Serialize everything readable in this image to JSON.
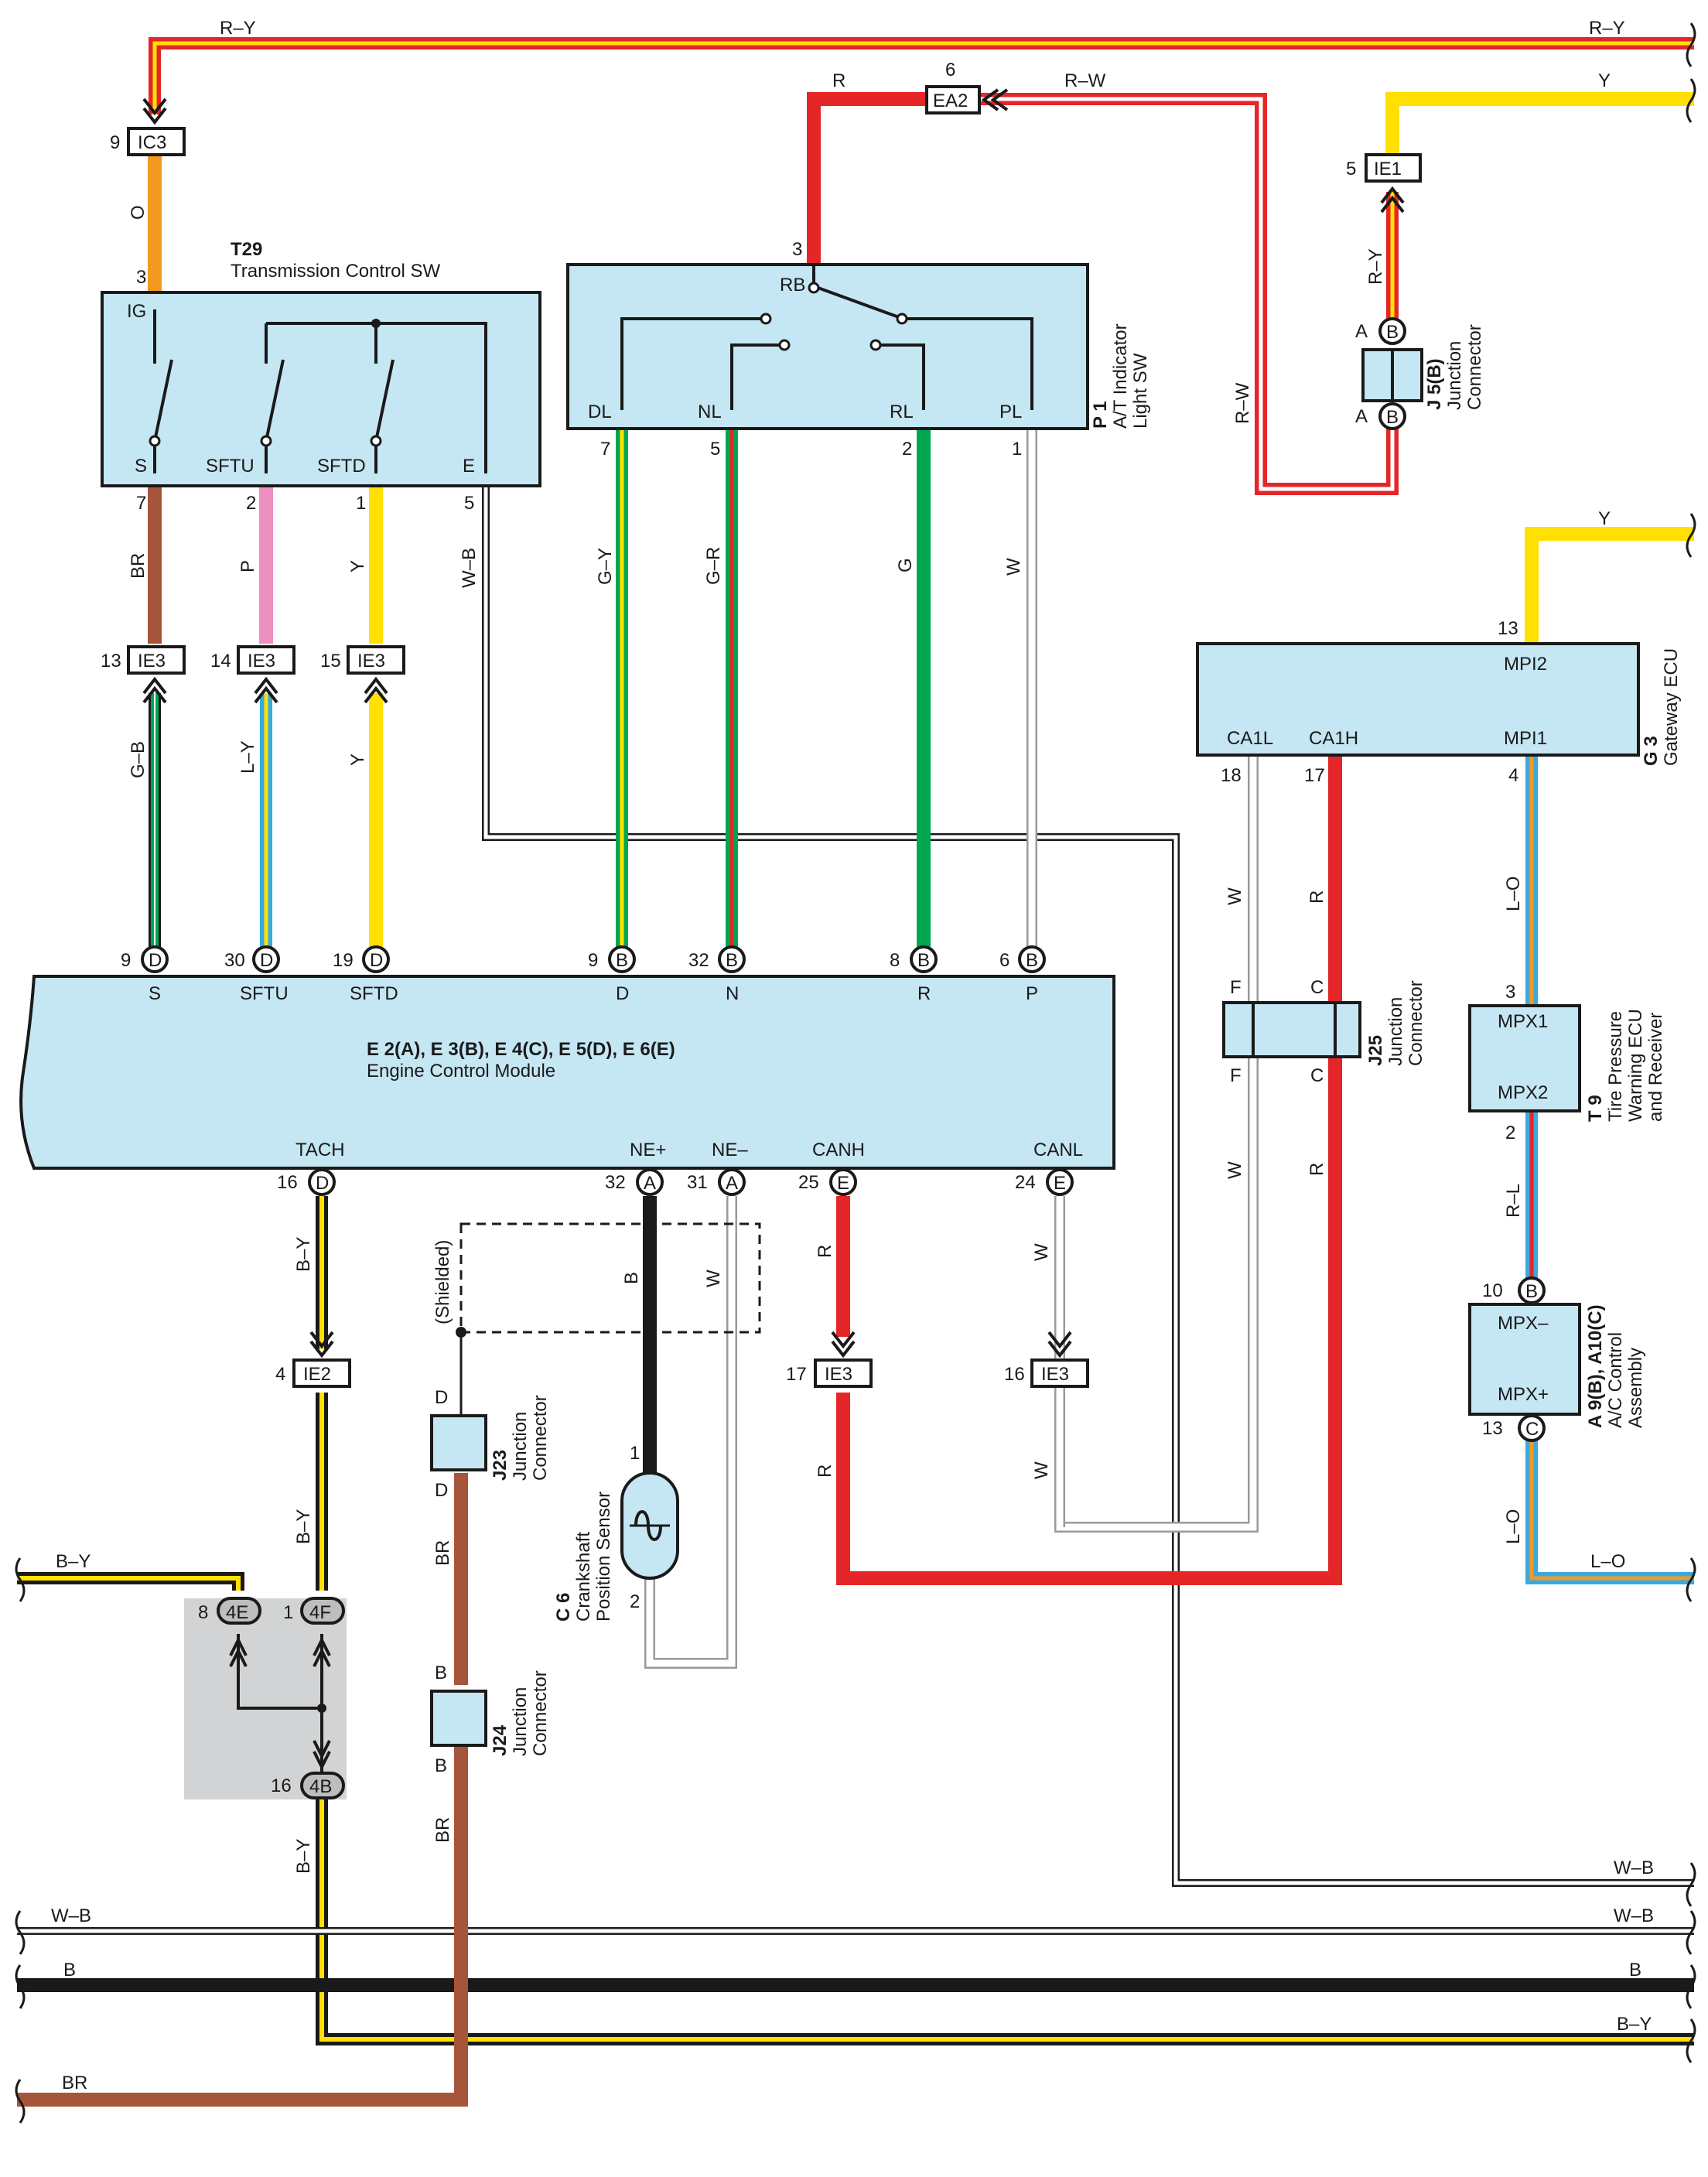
{
  "colors": {
    "red": "#e52629",
    "yellow": "#ffe000",
    "orange": "#f39a1e",
    "brown": "#a6553a",
    "pink": "#ee8fc1",
    "green": "#00a651",
    "blue": "#3aa9e0",
    "black": "#1a1a1a",
    "white": "#ffffff",
    "gray": "#9a9a9a",
    "module_fill": "#c5e6f3",
    "junction_block": "#d1d3d4"
  },
  "components": {
    "t29": {
      "code": "T29",
      "name": "Transmission Control SW",
      "pins": [
        "IG",
        "S",
        "SFTU",
        "SFTD",
        "E"
      ],
      "pin_numbers": [
        "3",
        "7",
        "2",
        "1",
        "5"
      ]
    },
    "p1": {
      "code": "P 1",
      "name_line1": "A/T Indicator",
      "name_line2": "Light SW",
      "pins": [
        "RB",
        "DL",
        "NL",
        "RL",
        "PL"
      ],
      "pin_numbers": [
        "3",
        "7",
        "5",
        "2",
        "1"
      ]
    },
    "g3": {
      "code": "G 3",
      "name": "Gateway ECU",
      "pins": [
        "MPI2",
        "CA1L",
        "CA1H",
        "MPI1"
      ],
      "pin_numbers": [
        "13",
        "18",
        "17",
        "4"
      ]
    },
    "ecm": {
      "codes": "E 2(A), E 3(B), E 4(C), E 5(D), E 6(E)",
      "name": "Engine Control Module",
      "top_pins": [
        {
          "label": "S",
          "num": "9",
          "conn": "D"
        },
        {
          "label": "SFTU",
          "num": "30",
          "conn": "D"
        },
        {
          "label": "SFTD",
          "num": "19",
          "conn": "D"
        },
        {
          "label": "D",
          "num": "9",
          "conn": "B"
        },
        {
          "label": "N",
          "num": "32",
          "conn": "B"
        },
        {
          "label": "R",
          "num": "8",
          "conn": "B"
        },
        {
          "label": "P",
          "num": "6",
          "conn": "B"
        }
      ],
      "bottom_pins": [
        {
          "label": "TACH",
          "num": "16",
          "conn": "D"
        },
        {
          "label": "NE+",
          "num": "32",
          "conn": "A"
        },
        {
          "label": "NE–",
          "num": "31",
          "conn": "A"
        },
        {
          "label": "CANH",
          "num": "25",
          "conn": "E"
        },
        {
          "label": "CANL",
          "num": "24",
          "conn": "E"
        }
      ]
    },
    "t9": {
      "code": "T 9",
      "name_line1": "Tire Pressure",
      "name_line2": "Warning ECU",
      "name_line3": "and Receiver",
      "pins": [
        "MPX1",
        "MPX2"
      ],
      "pin_numbers": [
        "3",
        "2"
      ]
    },
    "a9": {
      "code": "A 9(B), A10(C)",
      "name_line1": "A/C Control",
      "name_line2": "Assembly",
      "pins": [
        "MPX–",
        "MPX+"
      ],
      "pin_numbers": [
        "10",
        "13"
      ],
      "conns": [
        "B",
        "C"
      ]
    },
    "j5": {
      "code": "J 5(B)",
      "name_line1": "Junction",
      "name_line2": "Connector",
      "pin": "A",
      "conn": "B"
    },
    "j25": {
      "code": "J25",
      "name_line1": "Junction",
      "name_line2": "Connector",
      "pins": [
        "F",
        "C"
      ]
    },
    "j23": {
      "code": "J23",
      "name_line1": "Junction",
      "name_line2": "Connector",
      "pin": "D"
    },
    "j24": {
      "code": "J24",
      "name_line1": "Junction",
      "name_line2": "Connector",
      "pin": "B"
    },
    "c6": {
      "code": "C 6",
      "name_line1": "Crankshaft",
      "name_line2": "Position Sensor",
      "pins": [
        "1",
        "2"
      ]
    },
    "shielded": "(Shielded)"
  },
  "connectors": {
    "ic3": {
      "code": "IC3",
      "pin": "9"
    },
    "ea2": {
      "code": "EA2",
      "pin": "6"
    },
    "ie1": {
      "code": "IE1",
      "pin": "5"
    },
    "ie3_13": {
      "code": "IE3",
      "pin": "13"
    },
    "ie3_14": {
      "code": "IE3",
      "pin": "14"
    },
    "ie3_15": {
      "code": "IE3",
      "pin": "15"
    },
    "ie2": {
      "code": "IE2",
      "pin": "4"
    },
    "ie3_17": {
      "code": "IE3",
      "pin": "17"
    },
    "ie3_16": {
      "code": "IE3",
      "pin": "16"
    },
    "j_4e": {
      "code": "4E",
      "pin": "8"
    },
    "j_4f": {
      "code": "4F",
      "pin": "1"
    },
    "j_4b": {
      "code": "4B",
      "pin": "16"
    }
  },
  "wires": {
    "r_y": "R–Y",
    "o": "O",
    "r": "R",
    "r_w": "R–W",
    "y": "Y",
    "br": "BR",
    "p": "P",
    "w_b": "W–B",
    "g_y": "G–Y",
    "g_r": "G–R",
    "g": "G",
    "w": "W",
    "g_b": "G–B",
    "l_y": "L–Y",
    "l_o": "L–O",
    "r_l": "R–L",
    "b_y": "B–Y",
    "b": "B"
  }
}
